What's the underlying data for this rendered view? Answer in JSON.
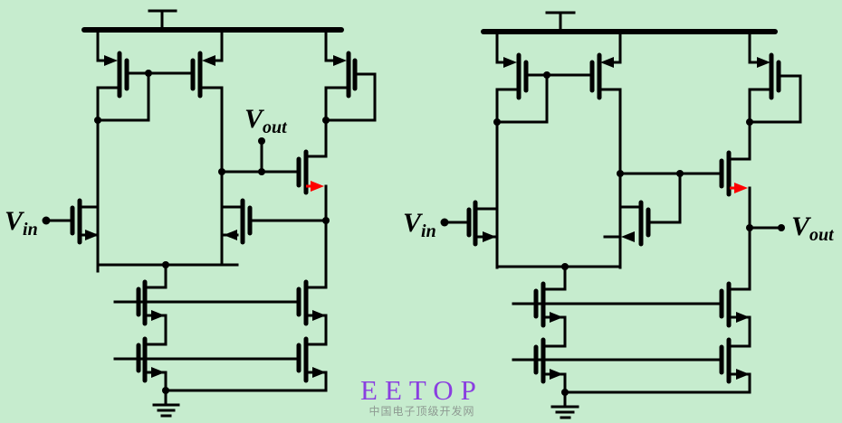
{
  "diagram": {
    "type": "schematic",
    "subject": "Two CMOS amplifier schematics with NMOS differential input pair, PMOS current-mirror load, source-follower output stage and cascoded NMOS tail current sources",
    "circuits": [
      {
        "id": "left",
        "input_label": {
          "main": "V",
          "sub": "in"
        },
        "output_label": {
          "main": "V",
          "sub": "out"
        },
        "output_node": "gate of output source-follower transistor",
        "highlight": "red source arrow on source-follower transistor"
      },
      {
        "id": "right",
        "input_label": {
          "main": "V",
          "sub": "in"
        },
        "output_label": {
          "main": "V",
          "sub": "out"
        },
        "output_node": "source of output source-follower transistor",
        "highlight": "red source arrow on source-follower transistor"
      }
    ],
    "symbols": [
      "supply-rail-icon",
      "ground-icon",
      "pmos-transistor-icon",
      "nmos-transistor-icon",
      "junction-dot-icon"
    ],
    "colors": {
      "background": "#c6ecce",
      "wire": "#000000",
      "highlight": "#ff0000",
      "watermark": "#8a3ee0"
    }
  },
  "watermark": {
    "title": "EETOP",
    "subtitle": "中国电子顶级开发网"
  }
}
